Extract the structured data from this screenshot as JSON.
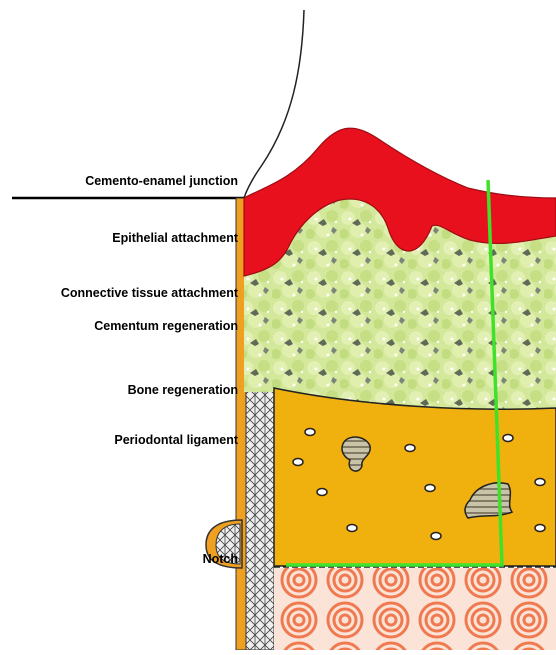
{
  "labels": {
    "cej": "Cemento-enamel junction",
    "epithelial": "Epithelial attachment",
    "connective": "Connective tissue attachment",
    "cementum": "Cementum regeneration",
    "bone": "Bone regeneration",
    "pdl": "Periodontal ligament",
    "notch": "Notch"
  },
  "colors": {
    "epithelium": "#e8101c",
    "connective_tissue": "#d3e89a",
    "bone": "#f0b00e",
    "marrow": "#f07a50",
    "cementum": "#d9d9d9",
    "root_surface": "#f0a020",
    "measure_line": "#3fe22a"
  }
}
